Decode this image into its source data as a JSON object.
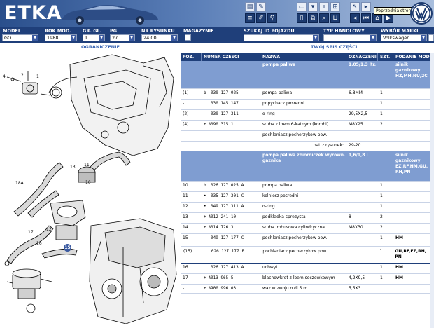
{
  "app": {
    "title": "ETKA",
    "tooltip": "Poprzednia strona"
  },
  "filters": {
    "labels": [
      "MODEL",
      "ROK MOD.",
      "GR. GL.",
      "PG",
      "NR RYSUNKU",
      "MAGAZYNIE",
      "SZUKAJ ID POJAZDU",
      "TYP HANDLOWY",
      "WYBÓR MARKI"
    ],
    "model": "GO",
    "year": "1988",
    "group": "1",
    "pg": "27",
    "drawing": "24.00",
    "brand": "Volkswagen"
  },
  "subbar": {
    "left": "OGRANICZENIE",
    "right": "TWÓJ SPIS CZĘŚCI"
  },
  "columns": [
    "POZ.",
    "NUMER CZESCI",
    "NAZWA",
    "OZNACZENIE",
    "SZT.",
    "PODANIE MODELI"
  ],
  "rows": [
    {
      "type": "sec",
      "name": "pompa paliwa",
      "code": "1.05/1.3 ltr.",
      "model": "silnik gaznikowy HZ,MH,NU,2C"
    },
    {
      "type": "item",
      "poz": "(1)",
      "mark": "b",
      "pn": "030 127 025",
      "sfx": "",
      "name": "pompa paliwa",
      "code": "6.8MM",
      "qty": "1",
      "model": ""
    },
    {
      "type": "item",
      "poz": "-",
      "mark": "",
      "pn": "030 145 147",
      "sfx": "",
      "name": "popychacz posredni",
      "code": "",
      "qty": "1",
      "model": ""
    },
    {
      "type": "item",
      "poz": "(2)",
      "mark": "",
      "pn": "030 127 311",
      "sfx": "",
      "name": "o-ring",
      "code": "29,5X2,5",
      "qty": "1",
      "model": ""
    },
    {
      "type": "item",
      "poz": "(4)",
      "mark": "+ N",
      "pn": "090 315 1",
      "sfx": "",
      "name": "sruba z lbem 6-katnym (kombi)",
      "code": "M8X25",
      "qty": "2",
      "model": ""
    },
    {
      "type": "item",
      "poz": "-",
      "mark": "",
      "pn": "",
      "sfx": "",
      "name": "pochlaniacz pecherzykow pow.",
      "code": "",
      "qty": "",
      "model": ""
    },
    {
      "type": "note",
      "name": "patrz rysunek:",
      "code": "29-20"
    },
    {
      "type": "sec",
      "name": "pompa paliwa zbiorniczek wyrown. gaznika",
      "code": "1,6/1,8 l",
      "model": "silnik gaznikowy EZ,RF,HM,GU, RH,PN"
    },
    {
      "type": "item",
      "poz": "10",
      "mark": "b",
      "pn": "026 127 025",
      "sfx": "A",
      "name": "pompa paliwa",
      "code": "",
      "qty": "1",
      "model": ""
    },
    {
      "type": "item",
      "poz": "11",
      "mark": "•",
      "pn": "035 127 301",
      "sfx": "C",
      "name": "kolnierz posredni",
      "code": "",
      "qty": "1",
      "model": ""
    },
    {
      "type": "item",
      "poz": "12",
      "mark": "•",
      "pn": "049 127 311",
      "sfx": "A",
      "name": "o-ring",
      "code": "",
      "qty": "1",
      "model": ""
    },
    {
      "type": "item",
      "poz": "13",
      "mark": "+ N",
      "pn": "012 241 10",
      "sfx": "",
      "name": "podkladka sprezysta",
      "code": "8",
      "qty": "2",
      "model": ""
    },
    {
      "type": "item",
      "poz": "14",
      "mark": "+ N",
      "pn": "014 726 3",
      "sfx": "",
      "name": "sruba imbusowa cylindryczna",
      "code": "M8X30",
      "qty": "2",
      "model": ""
    },
    {
      "type": "item",
      "poz": "15",
      "mark": "",
      "pn": "049 127 177",
      "sfx": "C",
      "name": "pochlaniacz pecherzykow pow.",
      "code": "",
      "qty": "1",
      "model": "HM"
    },
    {
      "type": "item",
      "poz": "(15)",
      "mark": "",
      "pn": "026 127 177",
      "sfx": "B",
      "name": "pochlaniacz pecherzykow pow.",
      "code": "",
      "qty": "1",
      "model": "GU,RF,EZ,RH, PN"
    },
    {
      "type": "item",
      "poz": "16",
      "mark": "",
      "pn": "026 127 413",
      "sfx": "A",
      "name": "uchwyt",
      "code": "",
      "qty": "1",
      "model": "HM"
    },
    {
      "type": "item",
      "poz": "17",
      "mark": "+ N",
      "pn": "013 965 5",
      "sfx": "",
      "name": "blachowkret z lbem soczewkowym",
      "code": "4,2X9,5",
      "qty": "1",
      "model": "HM"
    },
    {
      "type": "item",
      "poz": "-",
      "mark": "+ N",
      "pn": "900 996 03",
      "sfx": "",
      "name": "waz w zwoju o dl 5 m",
      "code": "5,5X3",
      "qty": "",
      "model": ""
    }
  ],
  "diagram_labels": [
    "13",
    "11",
    "10",
    "15",
    "18A",
    "12",
    "17",
    "16",
    "4",
    "2",
    "1"
  ]
}
